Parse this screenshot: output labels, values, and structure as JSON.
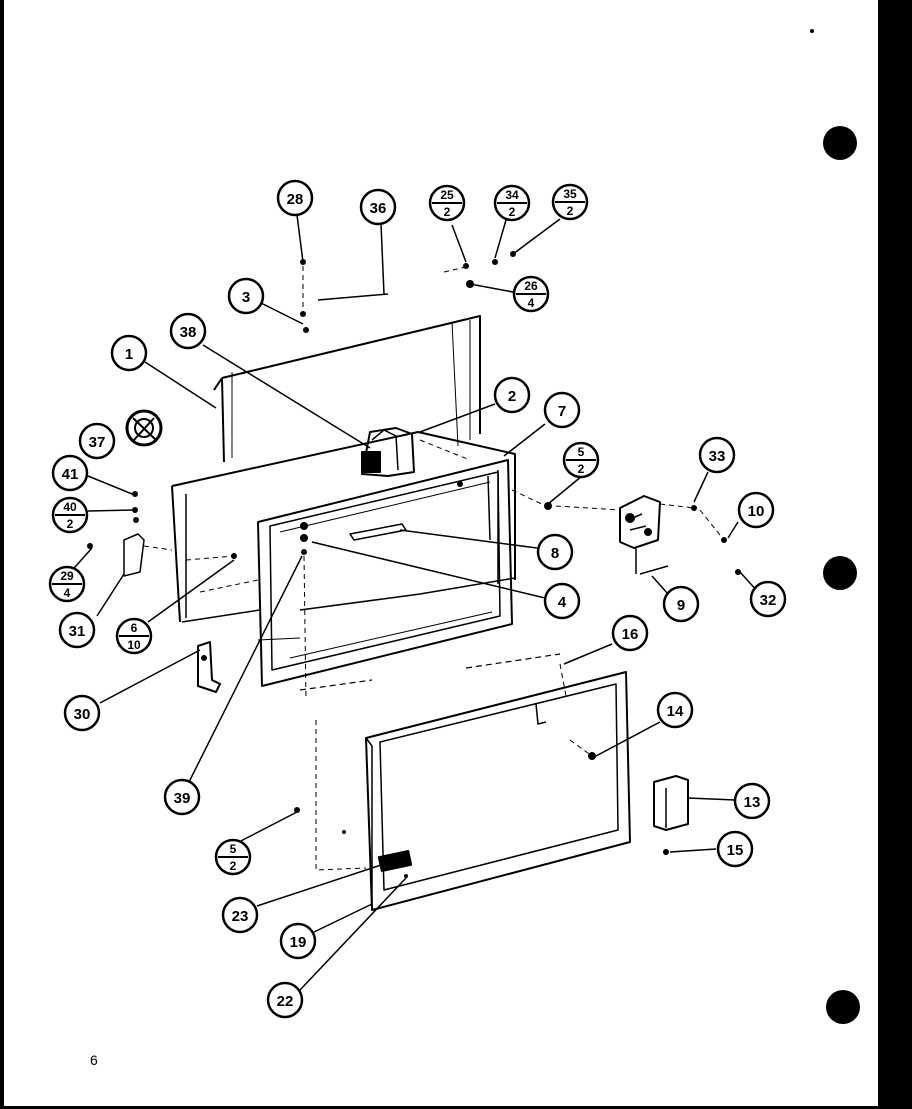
{
  "page_number": "6",
  "callouts": [
    {
      "id": "28",
      "top": "28"
    },
    {
      "id": "36",
      "top": "36"
    },
    {
      "id": "25",
      "top": "25",
      "bottom": "2"
    },
    {
      "id": "34",
      "top": "34",
      "bottom": "2"
    },
    {
      "id": "35",
      "top": "35",
      "bottom": "2"
    },
    {
      "id": "26",
      "top": "26",
      "bottom": "4"
    },
    {
      "id": "3",
      "top": "3"
    },
    {
      "id": "38",
      "top": "38"
    },
    {
      "id": "1",
      "top": "1"
    },
    {
      "id": "2",
      "top": "2"
    },
    {
      "id": "7",
      "top": "7"
    },
    {
      "id": "37",
      "top": "37"
    },
    {
      "id": "5a",
      "top": "5",
      "bottom": "2"
    },
    {
      "id": "33",
      "top": "33"
    },
    {
      "id": "41",
      "top": "41"
    },
    {
      "id": "40",
      "top": "40",
      "bottom": "2"
    },
    {
      "id": "8",
      "top": "8"
    },
    {
      "id": "10",
      "top": "10"
    },
    {
      "id": "29",
      "top": "29",
      "bottom": "4"
    },
    {
      "id": "4",
      "top": "4"
    },
    {
      "id": "9",
      "top": "9"
    },
    {
      "id": "32",
      "top": "32"
    },
    {
      "id": "31",
      "top": "31"
    },
    {
      "id": "6",
      "top": "6",
      "bottom": "10"
    },
    {
      "id": "16",
      "top": "16"
    },
    {
      "id": "30",
      "top": "30"
    },
    {
      "id": "14",
      "top": "14"
    },
    {
      "id": "13",
      "top": "13"
    },
    {
      "id": "39",
      "top": "39"
    },
    {
      "id": "15",
      "top": "15"
    },
    {
      "id": "5b",
      "top": "5",
      "bottom": "2"
    },
    {
      "id": "23",
      "top": "23"
    },
    {
      "id": "19",
      "top": "19"
    },
    {
      "id": "22",
      "top": "22"
    }
  ]
}
